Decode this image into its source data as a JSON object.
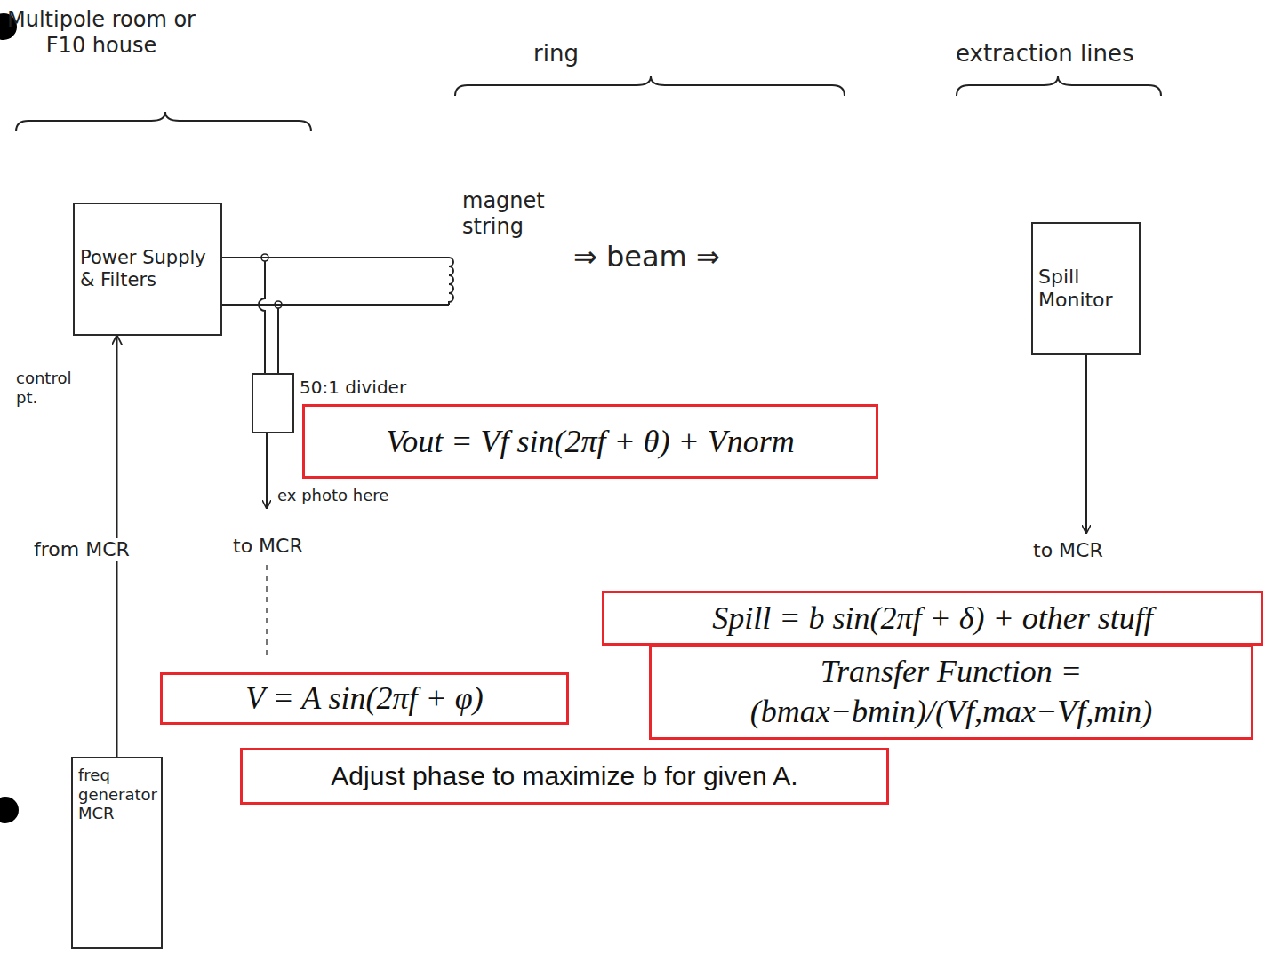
{
  "diagram": {
    "nodes": [
      {
        "text": [
          "Power Supply & Filters"
        ]
      },
      {
        "text": [
          "Spill Monitor"
        ]
      },
      {
        "text": [
          "50:1 divider"
        ]
      },
      {
        "text": [
          "Vout = Vf sin(2πf + θ) + Vnorm"
        ]
      },
      {
        "text": [
          "Spill = b sin(2πf + δ) + other stuff"
        ]
      },
      {
        "text": [
          "Transfer Function = (bmax−bmin)/(Vf,max−Vf,min)"
        ]
      },
      {
        "text": [
          "V = A sin(2πf + φ)"
        ]
      },
      {
        "text": [
          "freq generator MCR"
        ]
      },
      {
        "text": [
          "Adjust phase to maximize b for given A."
        ]
      }
    ],
    "edges": [
      {
        "from": 7,
        "to": 0,
        "arrow": "to"
      }
    ],
    "labels": [
      "Multipole room or F10 house",
      "ring",
      "extraction lines",
      "magnet string",
      "⇒ beam ⇒",
      "control pt.",
      "from MCR",
      "to MCR",
      "ex photo here",
      "to MCR"
    ]
  }
}
